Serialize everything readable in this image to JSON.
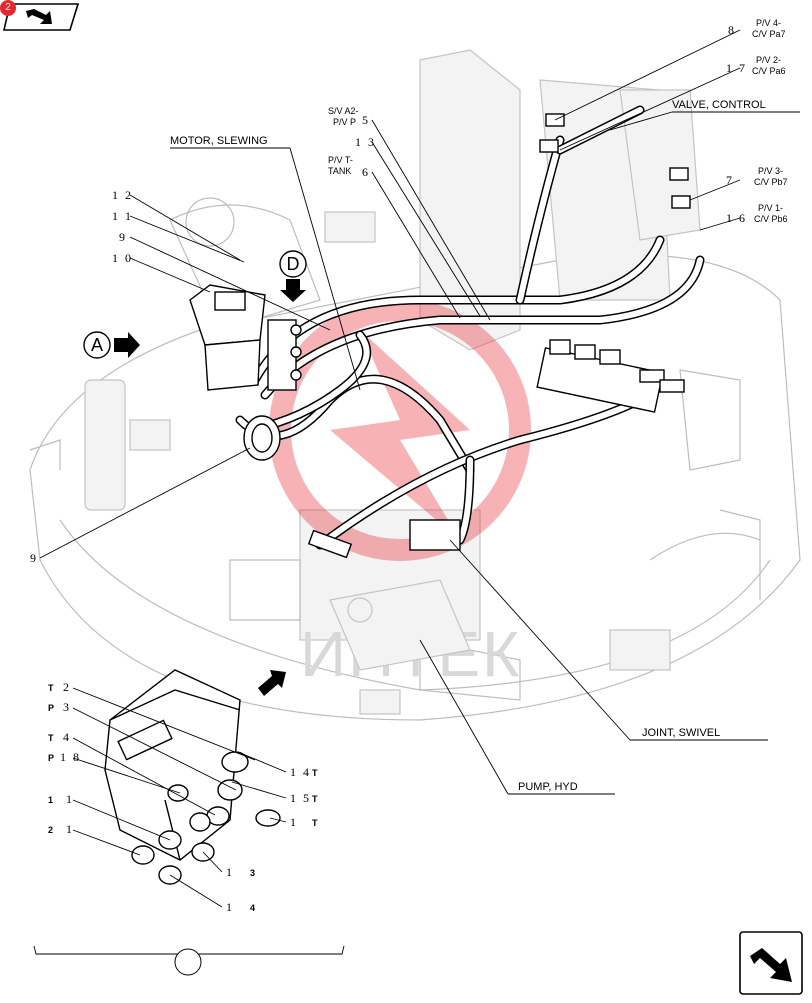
{
  "nav": {
    "page_badge": "2",
    "top_icon": "next-arrow-icon",
    "bottom_icon": "next-arrow-icon"
  },
  "watermark": {
    "text": "ИНТЕК",
    "logo_color": "#e8262e"
  },
  "labels": {
    "motor_slewing": "MOTOR, SLEWING",
    "valve_control": "VALVE, CONTROL",
    "joint_swivel": "JOINT, SWIVEL",
    "pump_hyd": "PUMP, HYD"
  },
  "view_markers": {
    "a": "A",
    "d": "D"
  },
  "callouts": {
    "n8": "8",
    "n17": "1 7",
    "n5": "5",
    "n13": "1 3",
    "n6": "6",
    "n7": "7",
    "n16": "1 6",
    "n12": "1 2",
    "n11": "1 1",
    "n9a": "9",
    "n10": "1 0",
    "n9b": "9"
  },
  "port_labels": {
    "pv4_1": "P/V 4-",
    "pv4_2": "C/V Pa7",
    "pv2_1": "P/V 2-",
    "pv2_2": "C/V Pa6",
    "sva2_1": "S/V A2-",
    "sva2_2": "P/V P",
    "pvt_1": "P/V T-",
    "pvt_2": "TANK",
    "pv3_1": "P/V 3-",
    "pv3_2": "C/V Pb7",
    "pv1_1": "P/V 1-",
    "pv1_2": "C/V Pb6"
  },
  "detail": {
    "left_rows": [
      {
        "port": "T",
        "num": "2"
      },
      {
        "port": "P",
        "num": "3"
      },
      {
        "port": "T",
        "num": "4"
      },
      {
        "port": "P",
        "num": "1 8"
      },
      {
        "port": "1",
        "num": "1"
      },
      {
        "port": "2",
        "num": "1"
      }
    ],
    "right_rows": [
      {
        "num": "1 4",
        "port": "T"
      },
      {
        "num": "1 5",
        "port": "T"
      },
      {
        "num": "1",
        "port": "T"
      },
      {
        "num": "1",
        "port": "3"
      },
      {
        "num": "1",
        "port": "4"
      }
    ]
  }
}
